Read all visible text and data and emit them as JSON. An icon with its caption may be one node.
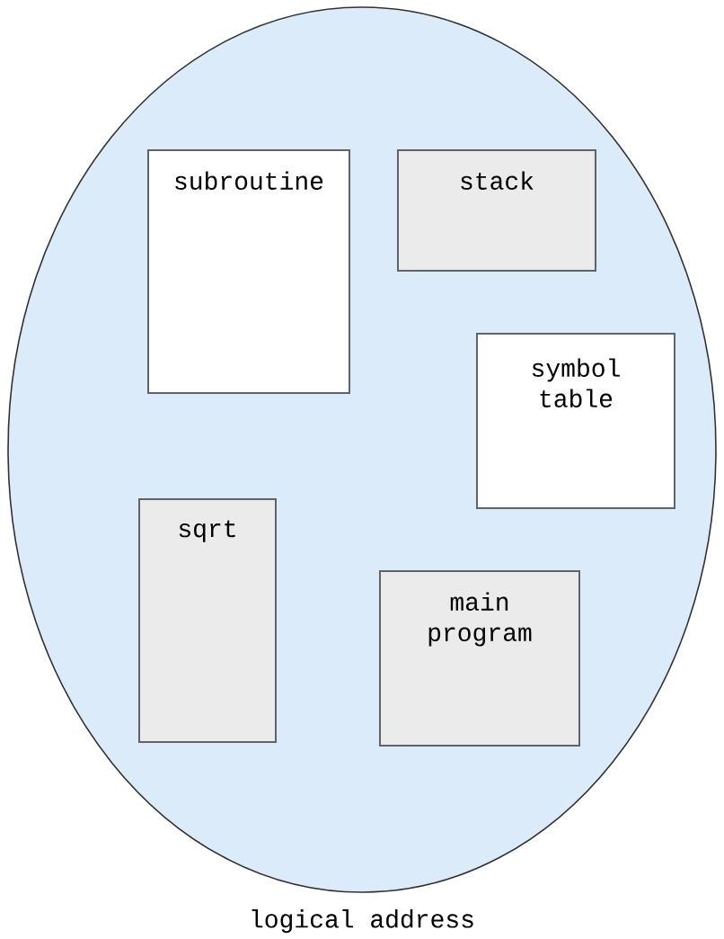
{
  "diagram": {
    "nodes": [
      {
        "text": [
          "logical address"
        ]
      },
      {
        "text": [
          "subroutine"
        ],
        "in": 0
      },
      {
        "text": [
          "stack"
        ],
        "in": 0
      },
      {
        "text": [
          "symbol table"
        ],
        "in": 0
      },
      {
        "text": [
          "sqrt"
        ],
        "in": 0
      },
      {
        "text": [
          "main program"
        ],
        "in": 0
      }
    ]
  }
}
